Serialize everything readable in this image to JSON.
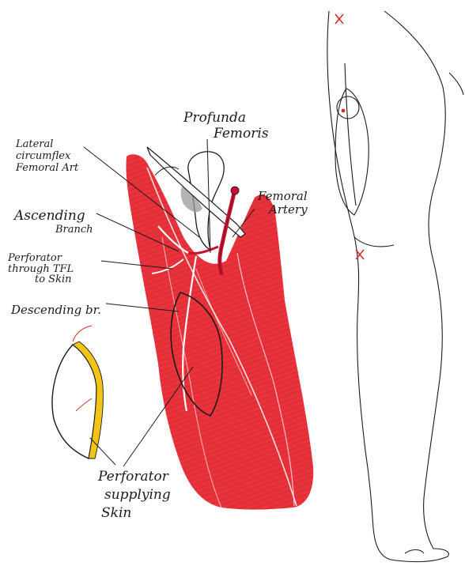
{
  "labels": {
    "profunda": [
      "Profunda",
      "Femoris"
    ],
    "lateral_circumflex": [
      "Lateral",
      "circumflex",
      "Femoral Art"
    ],
    "ascending": [
      "Ascending",
      "Branch"
    ],
    "perforator_tfl": [
      "Perforator",
      "through TFL",
      "to Skin"
    ],
    "descending": "Descending br.",
    "femoral_artery": [
      "Femoral",
      "Artery"
    ],
    "perforator_skin": [
      "Perforator",
      "supplying",
      "Skin"
    ]
  },
  "colors": {
    "muscle": "#e8323c",
    "vessel": "#c8102e",
    "ink": "#1b1b1b",
    "skin_edge": "#f2c417",
    "bone_shadow": "#9a9a9a",
    "marker": "#d42a2a"
  },
  "icons": {
    "landmark_marker": "x-mark",
    "perforator_dot": "dot"
  }
}
